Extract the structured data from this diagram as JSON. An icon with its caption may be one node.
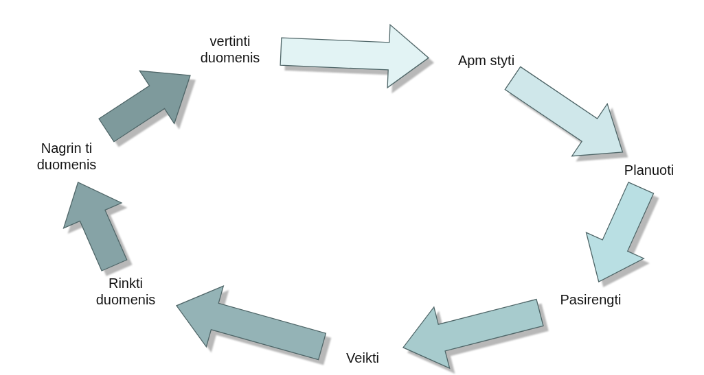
{
  "diagram": {
    "nodes": [
      {
        "text": [
          "vertinti duomenis"
        ]
      },
      {
        "text": [
          "Apm styti"
        ]
      },
      {
        "text": [
          "Nagrin ti duomenis"
        ]
      },
      {
        "text": [
          "Planuoti"
        ]
      },
      {
        "text": [
          "Rinkti duomenis"
        ]
      },
      {
        "text": [
          "Pasirengti"
        ]
      },
      {
        "text": [
          "Veikti"
        ]
      }
    ],
    "edges": [
      {
        "from": 1,
        "to": 3,
        "arrow": "to",
        "color": "#cfe7ea"
      },
      {
        "from": 3,
        "to": 5,
        "arrow": "to",
        "color": "#b9dfe3"
      },
      {
        "from": 5,
        "to": 6,
        "arrow": "to",
        "color": "#a7cbcd"
      },
      {
        "from": 6,
        "to": 4,
        "arrow": "to",
        "color": "#94b3b6"
      },
      {
        "from": 4,
        "to": 2,
        "arrow": "to",
        "color": "#86a3a6"
      },
      {
        "from": 2,
        "to": 0,
        "arrow": "to",
        "color": "#7e9a9c"
      },
      {
        "from": 0,
        "to": 1,
        "arrow": "to",
        "color": "#e2f3f4"
      }
    ]
  }
}
